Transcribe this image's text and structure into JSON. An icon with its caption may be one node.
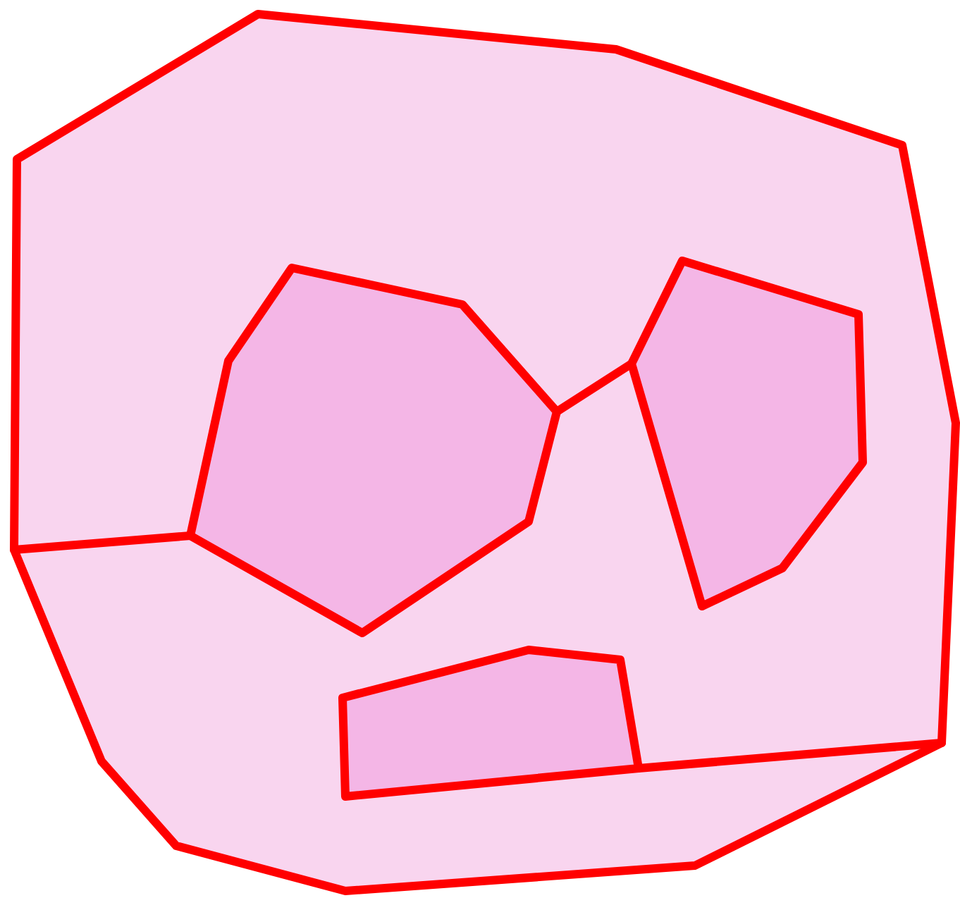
{
  "diagram": {
    "nodes": [
      {
        "text": [],
        "shape": "polygon"
      },
      {
        "text": [],
        "shape": "polygon",
        "in": 0
      },
      {
        "text": [],
        "shape": "polygon",
        "in": 0
      },
      {
        "text": [],
        "shape": "polygon",
        "in": 0
      }
    ],
    "edges": [
      {
        "from": 0,
        "to": 1,
        "arrow": "none"
      },
      {
        "from": 1,
        "to": 2,
        "arrow": "none"
      },
      {
        "from": 3,
        "to": 0,
        "arrow": "none"
      }
    ]
  }
}
